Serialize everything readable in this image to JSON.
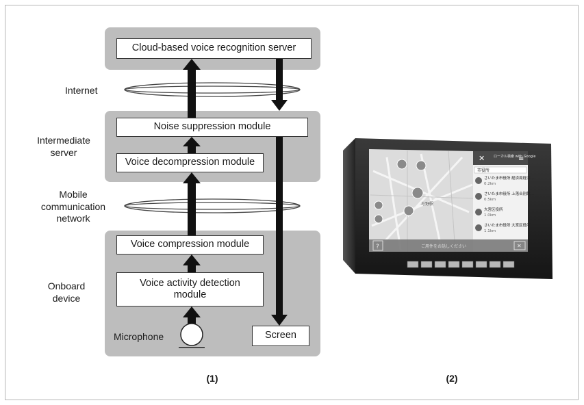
{
  "labels": {
    "cloud_server": "Cloud-based voice recognition server",
    "internet": "Internet",
    "noise_suppression": "Noise suppression module",
    "intermediate_server": "Intermediate server",
    "voice_decompression": "Voice decompression module",
    "mobile_network": "Mobile communication network",
    "voice_compression": "Voice compression module",
    "onboard_device": "Onboard device",
    "voice_activity": "Voice activity detection module",
    "microphone": "Microphone",
    "screen": "Screen"
  },
  "captions": {
    "left": "(1)",
    "right": "(2)"
  },
  "device_screen": {
    "title": "ローカル検索 with Google",
    "search": "市役所",
    "results": [
      {
        "name": "さいたま市役所 経済局経済…",
        "dist": "0.2km"
      },
      {
        "name": "さいたま市役所 上落合別館…",
        "dist": "0.5km"
      },
      {
        "name": "大宮区役所",
        "dist": "1.0km"
      },
      {
        "name": "さいたま市役所 大宮区役所…",
        "dist": "1.1km"
      }
    ],
    "bottom_message": "ご用件をお話しください",
    "map_label": "与野駅"
  }
}
